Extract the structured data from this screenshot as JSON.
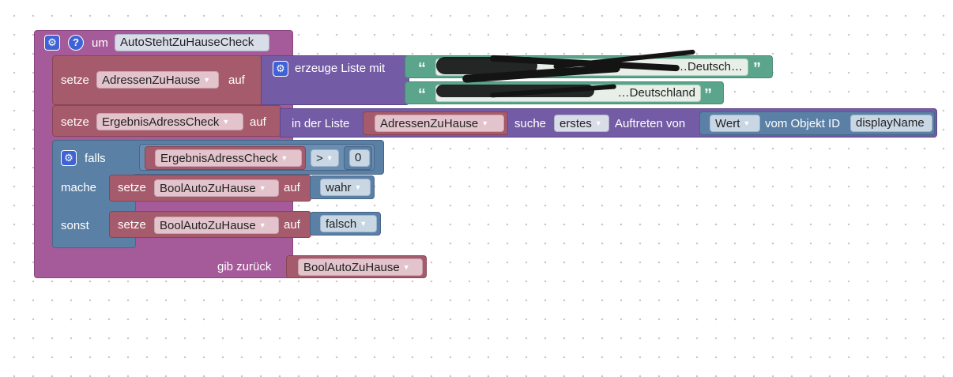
{
  "function": {
    "keyword": "um",
    "name": "AutoStehtZuHauseCheck",
    "help_glyph": "?",
    "gear_glyph": "⚙"
  },
  "stmt1": {
    "set_label": "setze",
    "variable": "AdressenZuHause",
    "to_label": "auf",
    "create_list_label": "erzeuge Liste mit",
    "items": [
      {
        "text": "…Deutsch…",
        "redacted": true
      },
      {
        "text": "…Deutschland",
        "redacted": true
      }
    ],
    "open_quote": "“",
    "close_quote": "”"
  },
  "stmt2": {
    "set_label": "setze",
    "variable": "ErgebnisAdressCheck",
    "to_label": "auf",
    "in_list_label": "in der Liste",
    "list_variable": "AdressenZuHause",
    "find_label": "suche",
    "occurrence": "erstes",
    "occurrence_of_label": "Auftreten von",
    "value_label": "Wert",
    "object_label": "vom Objekt ID",
    "object_id": "displayName"
  },
  "if_block": {
    "if_label": "falls",
    "condition_variable": "ErgebnisAdressCheck",
    "operator": ">",
    "compare_value": "0",
    "do_label": "mache",
    "do_set_label": "setze",
    "do_variable": "BoolAutoZuHause",
    "do_to_label": "auf",
    "do_value": "wahr",
    "else_label": "sonst",
    "else_set_label": "setze",
    "else_variable": "BoolAutoZuHause",
    "else_to_label": "auf",
    "else_value": "falsch"
  },
  "return_block": {
    "label": "gib zurück",
    "variable": "BoolAutoZuHause"
  },
  "dropdown_glyph": "▼",
  "colors": {
    "function": "#a55b99",
    "variable": "#a55b6b",
    "list": "#745ba5",
    "logic": "#5b80a5",
    "text": "#5ba58c"
  }
}
